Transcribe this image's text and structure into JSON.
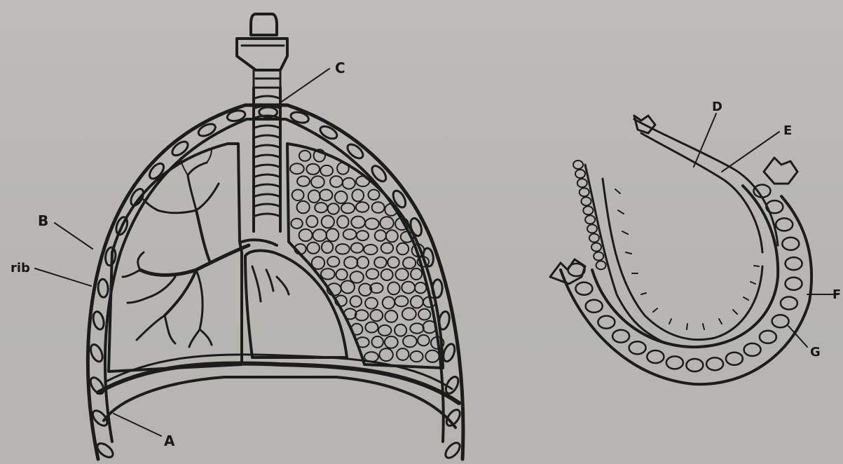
{
  "diagram": {
    "labels": {
      "A": "A",
      "B": "B",
      "C": "C",
      "D": "D",
      "E": "E",
      "F": "F",
      "G": "G",
      "rib": "rib"
    },
    "colors": {
      "background": "#b9b8b3",
      "ink": "#1c1c1c"
    }
  }
}
